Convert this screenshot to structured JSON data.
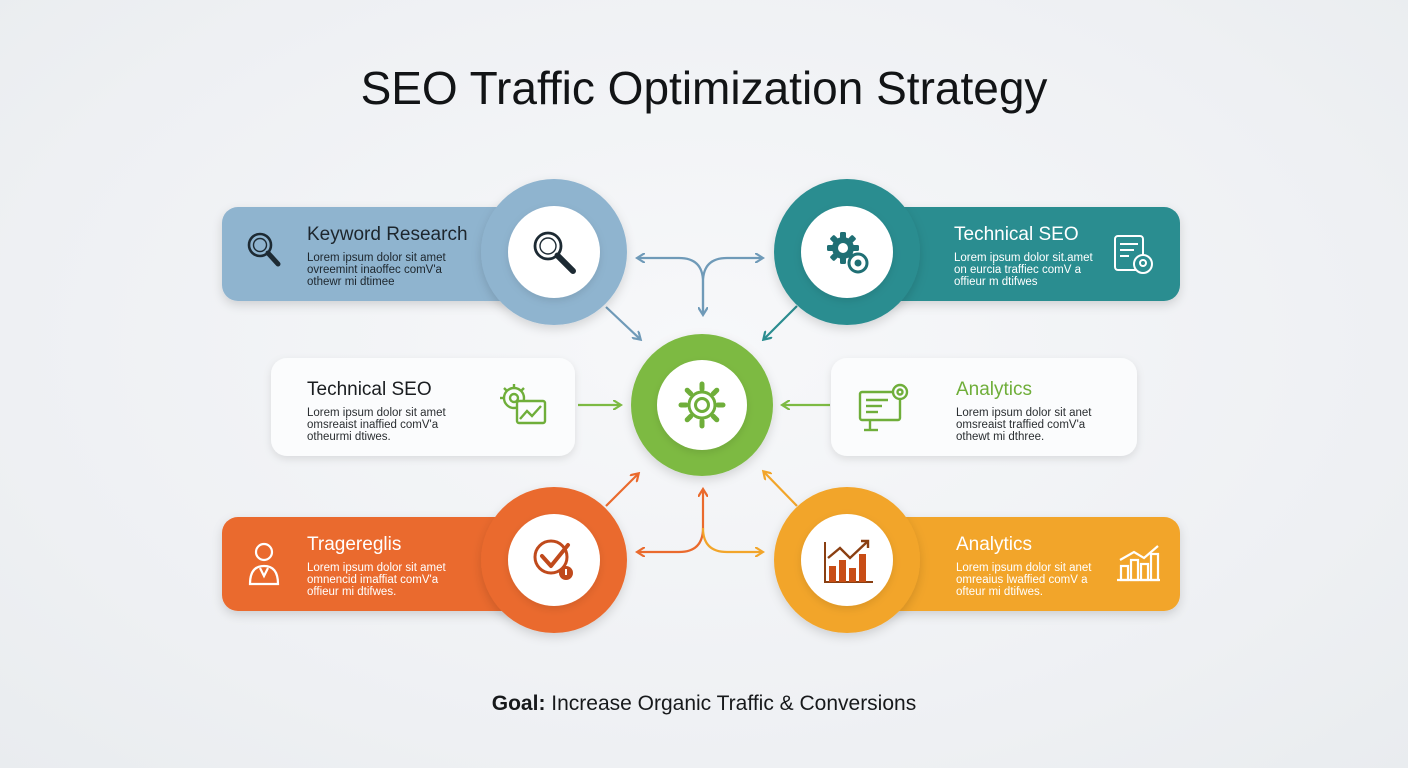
{
  "title": "SEO Traffic Optimization Strategy",
  "colors": {
    "blue": "#8fb4cf",
    "teal": "#2b8d90",
    "green": "#7dba43",
    "orange": "#ea6a2d",
    "amber": "#f2a52a",
    "white_card": "#fbfcfd",
    "arrow_blue": "#6f9ab8",
    "arrow_teal": "#2b8d90",
    "arrow_green": "#7dba43",
    "arrow_orange": "#ea6a2d",
    "arrow_amber": "#f2a52a"
  },
  "cards": {
    "top_left": {
      "title": "Keyword Research",
      "body": [
        "Lorem ipsum dolor sit amet",
        "ovreemint inaoffec comV'a",
        "othewr mi dtimee"
      ],
      "card_icon": "magnifier-icon",
      "circle_icon": "magnifier-icon"
    },
    "top_right": {
      "title": "Technical SEO",
      "body": [
        "Lorem ipsum dolor sit.amet",
        "on eurcia traffiec comV a",
        "offieur m dtifwes"
      ],
      "card_icon": "clipboard-location-icon",
      "circle_icon": "gears-icon"
    },
    "mid_left": {
      "title": "Technical SEO",
      "body": [
        "Lorem ipsum dolor sit amet",
        "omsreaist inaffied comV'a",
        "otheurmi dtiwes."
      ],
      "card_icon": "gear-chart-icon"
    },
    "mid_right": {
      "title": "Analytics",
      "body": [
        "Lorem ipsum dolor sit anet",
        "omsreaist traffied comV'a",
        "othewt mi dthree."
      ],
      "card_icon": "monitor-dashboard-icon"
    },
    "bottom_left": {
      "title": "Tragereglis",
      "body": [
        "Lorem ipsum dolor sit amet",
        "omnencid imaffiat comV'a",
        "offieur mi dtifwes."
      ],
      "card_icon": "person-icon",
      "circle_icon": "target-check-icon"
    },
    "bottom_right": {
      "title": "Analytics",
      "body": [
        "Lorem ipsum dolor sit anet",
        "omreaius lwaffied comV a",
        "ofteur mi dtifwes."
      ],
      "card_icon": "bar-chart-icon",
      "circle_icon": "bar-chart-arrow-icon"
    }
  },
  "center": {
    "icon": "gear-icon"
  },
  "goal": {
    "label": "Goal:",
    "text": " Increase Organic Traffic & Conversions"
  }
}
